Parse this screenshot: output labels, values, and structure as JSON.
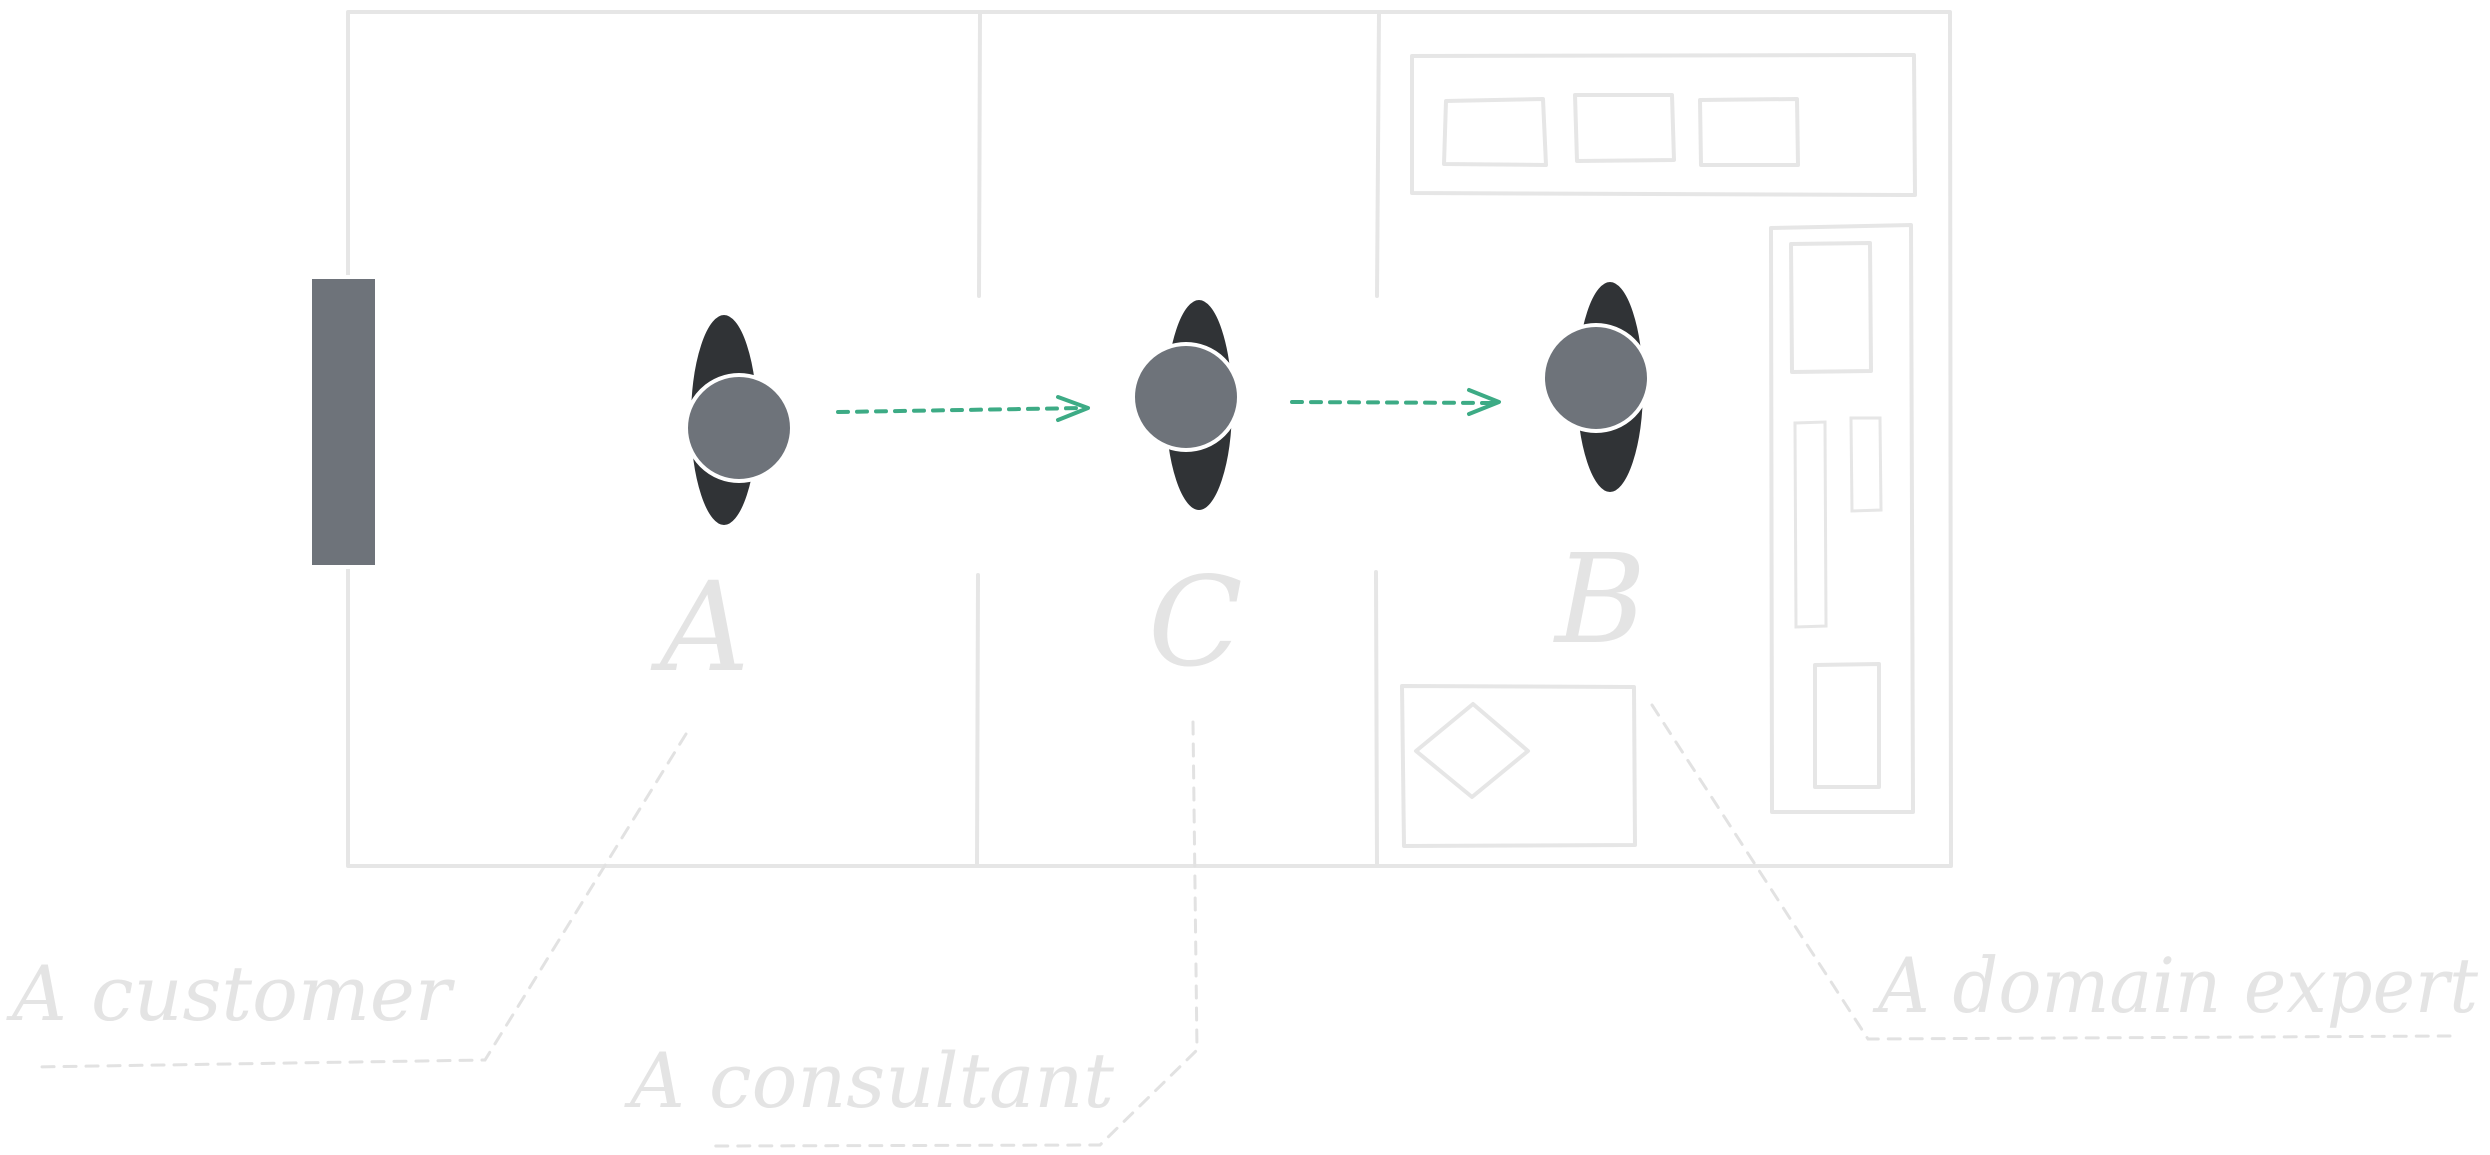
{
  "diagram": {
    "people": [
      {
        "id": "a",
        "letter": "A"
      },
      {
        "id": "c",
        "letter": "C"
      },
      {
        "id": "b",
        "letter": "B"
      }
    ],
    "captions": {
      "customer": "A customer",
      "consultant": "A consultant",
      "domain_expert": "A domain expert"
    },
    "colors": {
      "outline": "#e6e6e6",
      "person_body": "#303336",
      "person_head": "#6e737a",
      "door": "#6e737a",
      "flow_arrow": "#3dab85"
    }
  }
}
